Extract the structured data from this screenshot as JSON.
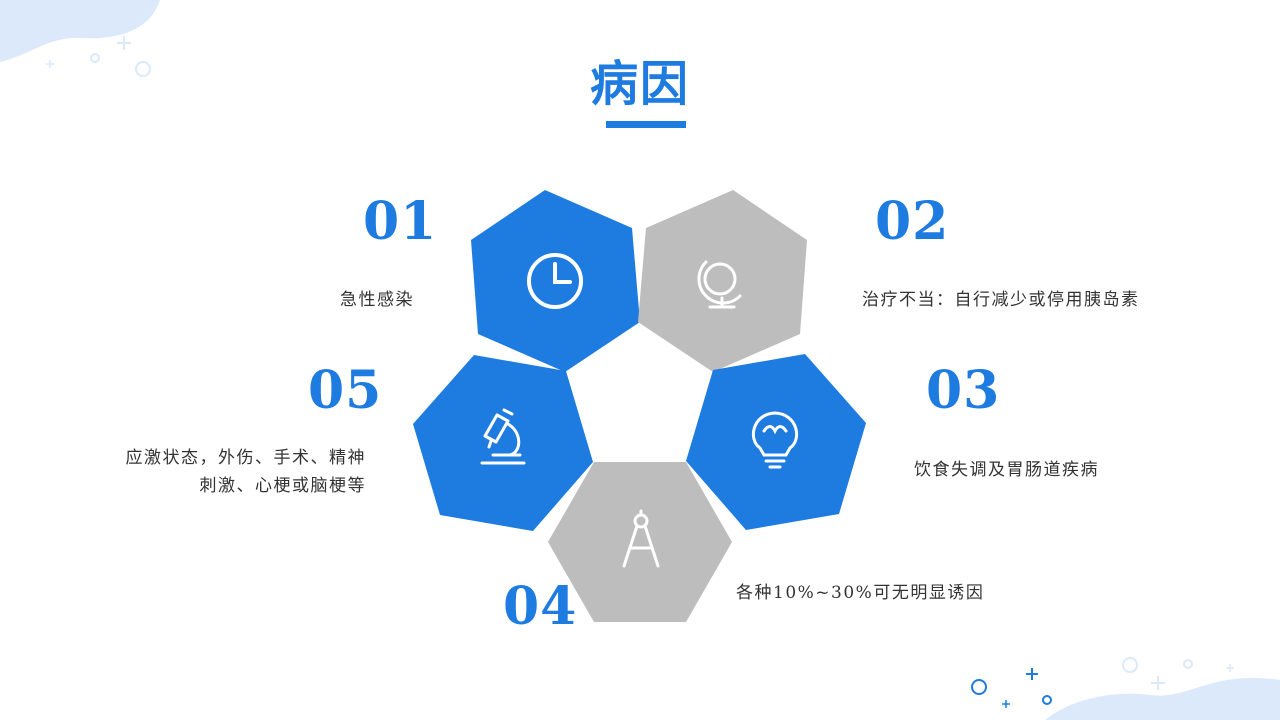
{
  "title": "病因",
  "colors": {
    "accent": "#1e7be0",
    "gray": "#bdbdbd",
    "text": "#333333",
    "deco_light": "#dbe9fb"
  },
  "items": [
    {
      "number": "01",
      "text": "急性感染",
      "hex_color": "accent",
      "icon": "clock-icon"
    },
    {
      "number": "02",
      "text": "治疗不当：自行减少或停用胰岛素",
      "hex_color": "gray",
      "icon": "globe-icon"
    },
    {
      "number": "03",
      "text": "饮食失调及胃肠道疾病",
      "hex_color": "accent",
      "icon": "lightbulb-icon"
    },
    {
      "number": "04",
      "text": "各种10%~30%可无明显诱因",
      "hex_color": "gray",
      "icon": "compass-icon"
    },
    {
      "number": "05",
      "text_lines": [
        "应激状态，外伤、手术、精神",
        "刺激、心梗或脑梗等"
      ],
      "hex_color": "accent",
      "icon": "microscope-icon"
    }
  ]
}
